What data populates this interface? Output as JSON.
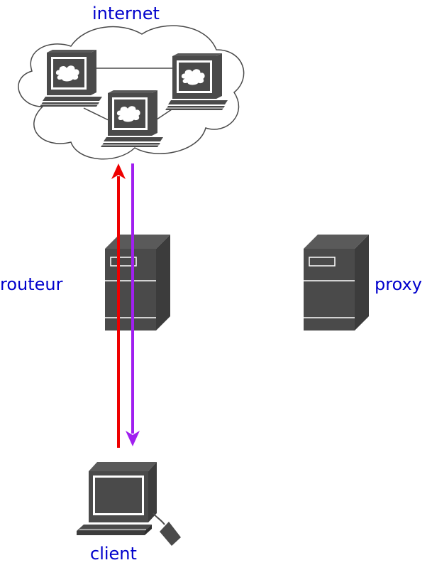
{
  "labels": {
    "internet": "internet",
    "router": "routeur",
    "proxy": "proxy",
    "client": "client"
  },
  "colors": {
    "label": "#0000cc",
    "device": "#4a4a4a",
    "cloud_stroke": "#4a4a4a",
    "arrow_up": "#ee0000",
    "arrow_down": "#a020f0"
  },
  "icons": [
    "cloud-icon",
    "workstation-icon",
    "server-icon",
    "desktop-computer-icon",
    "mouse-icon"
  ]
}
